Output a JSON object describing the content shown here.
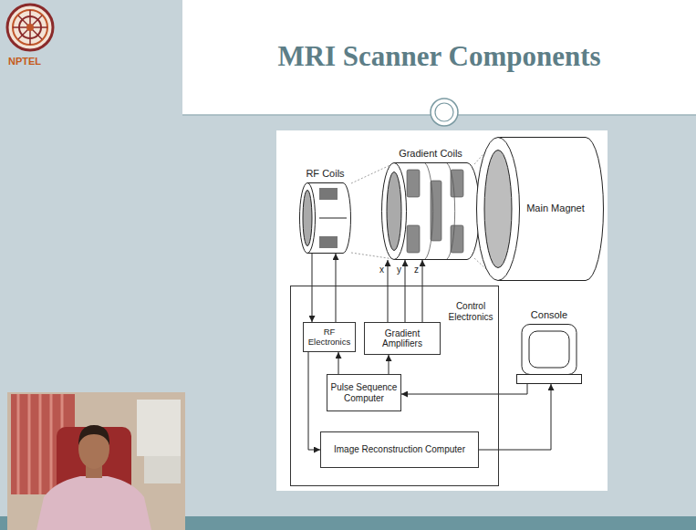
{
  "diagram": {
    "title": "MRI Scanner Components",
    "nodes": [
      {
        "text": [
          "RF Coils"
        ]
      },
      {
        "text": [
          "Gradient Coils"
        ]
      },
      {
        "text": [
          "Main Magnet"
        ]
      },
      {
        "text": [
          "Control Electronics"
        ]
      },
      {
        "text": [
          "RF Electronics"
        ],
        "in": 3
      },
      {
        "text": [
          "Gradient Amplifiers"
        ],
        "in": 3
      },
      {
        "text": [
          "Console"
        ]
      },
      {
        "text": [
          "Pulse Sequence Computer"
        ],
        "in": 3
      },
      {
        "text": [
          "Image Reconstruction Computer"
        ],
        "in": 3
      }
    ],
    "edges": [
      {
        "from": 0,
        "to": 4,
        "arrow": "to"
      },
      {
        "from": 4,
        "to": 0,
        "arrow": "to"
      },
      {
        "from": 5,
        "to": 1,
        "label": "x",
        "arrow": "to"
      },
      {
        "from": 5,
        "to": 1,
        "label": "y",
        "arrow": "to"
      },
      {
        "from": 5,
        "to": 1,
        "label": "z",
        "arrow": "to"
      },
      {
        "from": 7,
        "to": 4,
        "arrow": "to"
      },
      {
        "from": 7,
        "to": 5,
        "arrow": "to"
      },
      {
        "from": 6,
        "to": 7,
        "arrow": "to"
      },
      {
        "from": 4,
        "to": 8,
        "arrow": "to"
      },
      {
        "from": 8,
        "to": 6,
        "arrow": "to"
      }
    ],
    "labels": [
      "NPTEL"
    ]
  }
}
